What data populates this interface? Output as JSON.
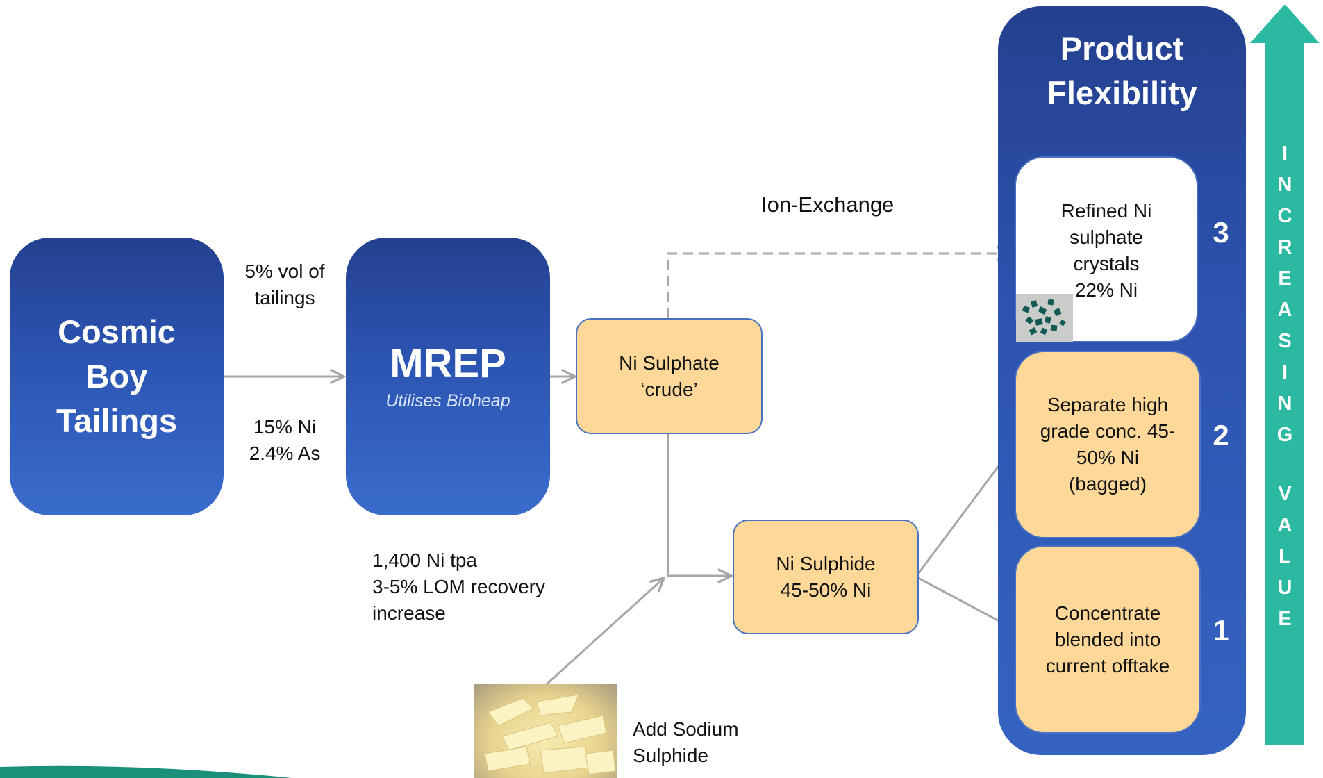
{
  "source_box": {
    "lines": [
      "Cosmic",
      "Boy",
      "Tailings"
    ]
  },
  "input_labels": {
    "above_arrow": [
      "5% vol of",
      "tailings"
    ],
    "below_arrow": [
      "15% Ni",
      "2.4% As"
    ]
  },
  "mrep": {
    "title": "MREP",
    "subtitle": "Utilises Bioheap"
  },
  "mrep_notes": [
    "1,400 Ni tpa",
    "3-5% LOM recovery",
    "increase"
  ],
  "ni_sulphate_crude": {
    "lines": [
      "Ni Sulphate",
      "‘crude’"
    ]
  },
  "ion_exchange_label": "Ion-Exchange",
  "ni_sulphide": {
    "lines": [
      "Ni Sulphide",
      "45-50% Ni"
    ]
  },
  "sodium_sulphide_label": [
    "Add Sodium",
    "Sulphide"
  ],
  "product_panel": {
    "title": [
      "Product",
      "Flexibility"
    ],
    "options": [
      {
        "rank": "3",
        "lines": [
          "Refined Ni",
          "sulphate",
          "crystals",
          "22% Ni"
        ]
      },
      {
        "rank": "2",
        "lines": [
          "Separate high",
          "grade conc. 45-",
          "50% Ni",
          "(bagged)"
        ]
      },
      {
        "rank": "1",
        "lines": [
          "Concentrate",
          "blended into",
          "current offtake"
        ]
      }
    ]
  },
  "value_arrow": {
    "word1": [
      "I",
      "N",
      "C",
      "R",
      "E",
      "A",
      "S",
      "I",
      "N",
      "G"
    ],
    "word2": [
      "V",
      "A",
      "L",
      "U",
      "E"
    ]
  },
  "colors": {
    "box_blue": "#2c55b3",
    "box_yellow": "#fdd898",
    "box_border": "#4a72c0",
    "arrow_gray": "#a6a6a6",
    "value_arrow_teal": "#2bb9a1"
  }
}
